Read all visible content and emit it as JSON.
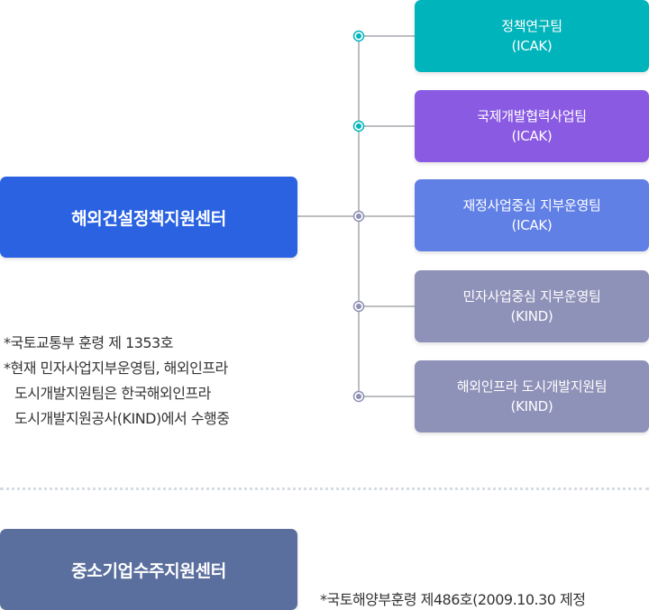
{
  "center_main": {
    "label": "해외건설정책지원센터",
    "color": "#2a62e2"
  },
  "teams": [
    {
      "name": "정책연구팀",
      "org": "(ICAK)",
      "color": "#00b4bb",
      "node": "#00b4bb"
    },
    {
      "name": "국제개발협력사업팀",
      "org": "(ICAK)",
      "color": "#8a5ae3",
      "node": "#00b4bb"
    },
    {
      "name": "재정사업중심 지부운영팀",
      "org": "(ICAK)",
      "color": "#6080e6",
      "node": "#8d8fb3"
    },
    {
      "name": "민자사업중심 지부운영팀",
      "org": "(KIND)",
      "color": "#8e91b8",
      "node": "#8d8fb3"
    },
    {
      "name": "해외인프라 도시개발지원팀",
      "org": "(KIND)",
      "color": "#8e91b8",
      "node": "#8d8fb3"
    }
  ],
  "notes": {
    "line1": "*국토교통부 훈령 제 1353호",
    "line2": "*현재 민자사업지부운영팀, 해외인프라",
    "line3": "도시개발지원팀은 한국해외인프라",
    "line4": "도시개발지원공사(KIND)에서 수행중"
  },
  "center_sme": {
    "label": "중소기업수주지원센터",
    "color": "#5a6f9e"
  },
  "footnote": "*국토해양부훈령 제486호(2009.10.30 제정",
  "connector_color": "#a5a8ad"
}
